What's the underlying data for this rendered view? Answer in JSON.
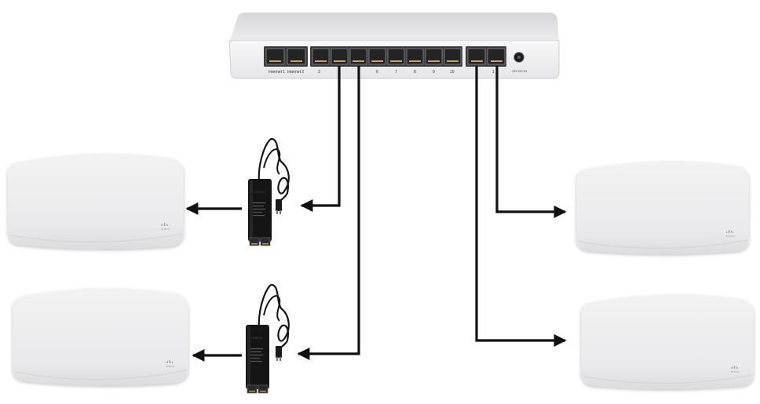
{
  "switch": {
    "port_labels": {
      "internet1": "Internet 1",
      "internet2": "Internet 2",
      "p3": "3",
      "p6": "6",
      "p7": "7",
      "p8": "8",
      "p9": "9",
      "p10": "10",
      "p_right": "1"
    },
    "power_label": "12V DC IN"
  },
  "injector_brand": "CISCO",
  "access_points": [
    {
      "logo": "cisco"
    },
    {
      "logo": "cisco"
    },
    {
      "logo": "cisco"
    },
    {
      "logo": "cisco"
    }
  ],
  "colors": {
    "cable": "#111111",
    "device_body": "#ebebed",
    "injector": "#151515"
  }
}
